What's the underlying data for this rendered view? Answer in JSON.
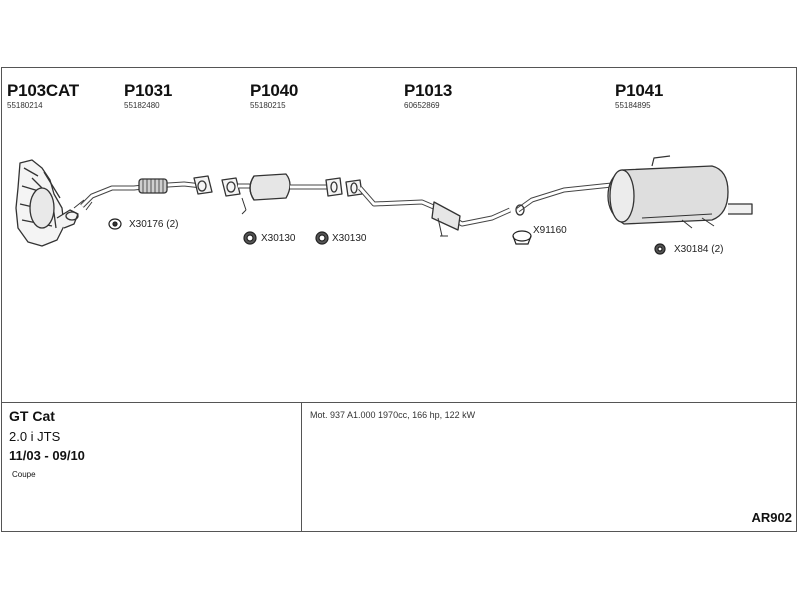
{
  "parts": [
    {
      "code": "P103CAT",
      "number": "55180214"
    },
    {
      "code": "P1031",
      "number": "55182480"
    },
    {
      "code": "P1040",
      "number": "55180215"
    },
    {
      "code": "P1013",
      "number": "60652869"
    },
    {
      "code": "P1041",
      "number": "55184895"
    }
  ],
  "hardware": [
    {
      "code": "X30176 (2)",
      "icon": "gasket-icon"
    },
    {
      "code": "X30130",
      "icon": "ring-icon"
    },
    {
      "code": "X30130",
      "icon": "ring-icon"
    },
    {
      "code": "X91160",
      "icon": "clamp-icon"
    },
    {
      "code": "X30184 (2)",
      "icon": "hanger-icon"
    }
  ],
  "vehicle": {
    "model": "GT Cat",
    "engine": "2.0 i JTS",
    "years": "11/03 - 09/10",
    "body": "Coupe"
  },
  "motor_info": "Mot. 937 A1.000 1970cc, 166 hp, 122 kW",
  "reference": "AR902"
}
